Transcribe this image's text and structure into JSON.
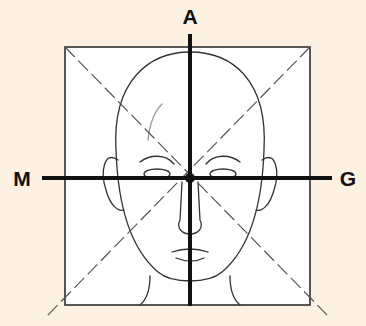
{
  "diagram": {
    "labels": [
      "A",
      "M",
      "G"
    ]
  }
}
